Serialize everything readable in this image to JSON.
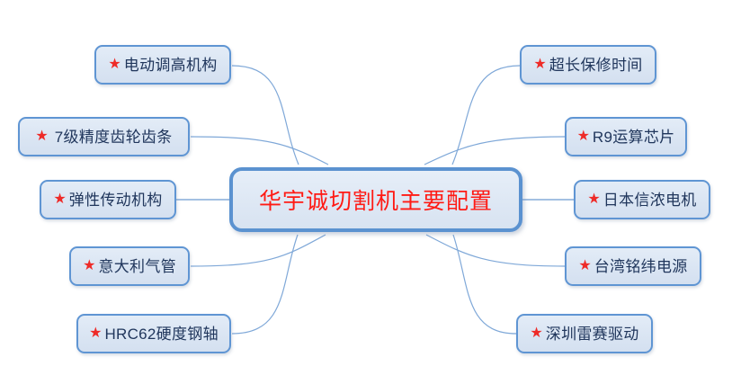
{
  "diagram": {
    "type": "mind-map",
    "title": "华宇诚切割机主要配置",
    "bullet_glyph": "★",
    "colors": {
      "center_text": "#ff1a14",
      "center_border": "#5b92d0",
      "center_fill": "#dde7f4",
      "node_text": "#20365c",
      "node_border": "#5f95d3",
      "node_fill": "#dae5f3",
      "star": "#ee2b28",
      "connector": "#7fa8d8",
      "background": "#ffffff"
    }
  },
  "center": {
    "label": "华宇诚切割机主要配置"
  },
  "left_branches": [
    {
      "label": "电动调高机构"
    },
    {
      "label": "7级精度齿轮齿条"
    },
    {
      "label": "弹性传动机构"
    },
    {
      "label": "意大利气管"
    },
    {
      "label": "HRC62硬度钢轴"
    }
  ],
  "right_branches": [
    {
      "label": "超长保修时间"
    },
    {
      "label": "R9运算芯片"
    },
    {
      "label": "日本信浓电机"
    },
    {
      "label": "台湾铭纬电源"
    },
    {
      "label": "深圳雷赛驱动"
    }
  ]
}
